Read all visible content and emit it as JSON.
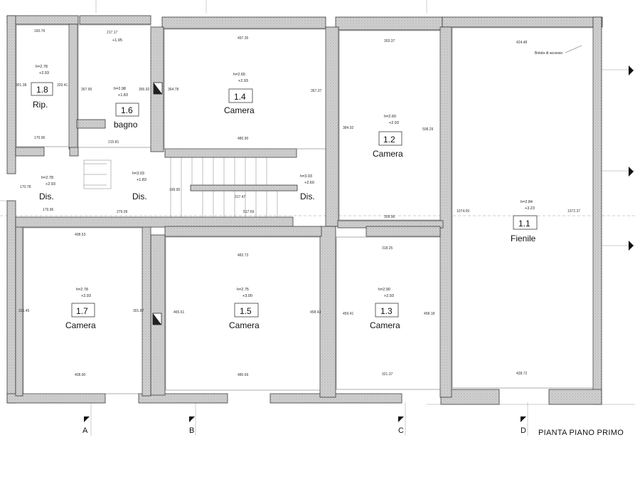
{
  "title": "PIANTA PIANO PRIMO",
  "colors": {
    "wall_fill": "#c8c8c8",
    "wall_stroke": "#3a3a3a",
    "line": "#666666"
  },
  "rooms": [
    {
      "id": "r18",
      "number": "1.8",
      "name": "Rip.",
      "h": "h=2.78",
      "level": "+2.93",
      "dims": [
        "160.76",
        "301.38",
        "329.41",
        "170.96"
      ]
    },
    {
      "id": "r16",
      "number": "1.6",
      "name": "bagno",
      "h": "h=2.98",
      "level": "+1.83",
      "level_top": "+1.95",
      "dims": [
        "217.17",
        "357.90",
        "356.92",
        "215.81"
      ]
    },
    {
      "id": "r14",
      "number": "1.4",
      "name": "Camera",
      "h": "h=2.65",
      "level": "+2.93",
      "dims": [
        "497.35",
        "364.78",
        "367.37",
        "480.90"
      ]
    },
    {
      "id": "r12",
      "number": "1.2",
      "name": "Camera",
      "h": "h=2.60",
      "level": "+2.93",
      "dims": [
        "303.37",
        "384.92",
        "508.29",
        "309.96"
      ]
    },
    {
      "id": "r11",
      "number": "1.1",
      "name": "Fienile",
      "h": "h=2.84",
      "level": "+3.23",
      "dims": [
        "424.48",
        "1074.09",
        "1072.37",
        "428.72"
      ]
    },
    {
      "id": "r17",
      "number": "1.7",
      "name": "Camera",
      "h": "h=2.78",
      "level": "+2.93",
      "dims": [
        "408.53",
        "315.45",
        "301.87",
        "408.90"
      ]
    },
    {
      "id": "r15",
      "number": "1.5",
      "name": "Camera",
      "h": "h=2.75",
      "level": "+3.00",
      "dims": [
        "482.73",
        "465.61",
        "458.43",
        "480.69"
      ]
    },
    {
      "id": "r13",
      "number": "1.3",
      "name": "Camera",
      "h": "h=2.90",
      "level": "+2.93",
      "dims": [
        "318.25",
        "459.41",
        "458.18",
        "321.37"
      ]
    }
  ],
  "corridors": [
    {
      "name": "Dis.",
      "h": "h=2.78",
      "level": "+2.93",
      "dims": [
        "170.78",
        "179.96"
      ]
    },
    {
      "name": "Dis.",
      "h": "h=3.03",
      "level": "+1.83",
      "dims": [
        "279.09"
      ]
    },
    {
      "name": "Dis.",
      "h": "h=3.03",
      "level": "+2.60",
      "dims": [
        "199.90",
        "317.47",
        "517.69"
      ]
    }
  ],
  "annotations": {
    "hatch": "Botola di accesso"
  },
  "sections": [
    "A",
    "B",
    "C",
    "D"
  ]
}
